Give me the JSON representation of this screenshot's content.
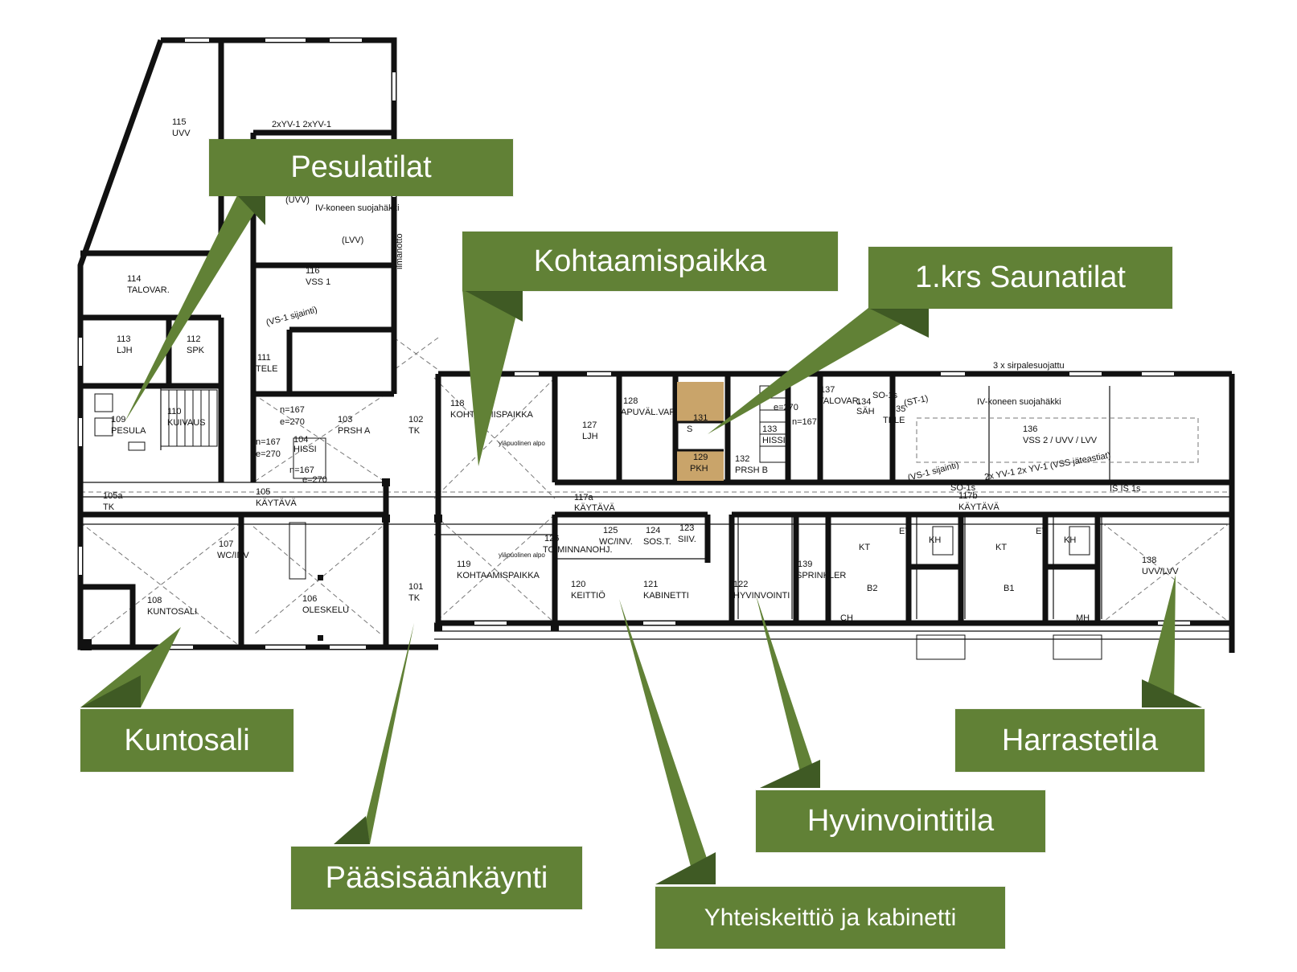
{
  "colors": {
    "callout": "#618136",
    "pointer": "#618136",
    "pointer_dark": "#3f5a24",
    "wall": "#111111",
    "sauna_floor": "#c9a46a"
  },
  "callouts": {
    "pesulatilat": "Pesulatilat",
    "kohtaamispaikka": "Kohtaamispaikka",
    "saunatilat": "1.krs Saunatilat",
    "kuntosali": "Kuntosali",
    "paasisaankaynti": "Pääsisäänkäynti",
    "yhteiskeittio": "Yhteiskeittiö ja kabinetti",
    "hyvinvointitila": "Hyvinvointitila",
    "harrastetila": "Harrastetila"
  },
  "rooms": {
    "r115": [
      "115",
      "UVV"
    ],
    "r114": [
      "114",
      "TALOVAR."
    ],
    "r113": [
      "113",
      "LJH"
    ],
    "r112": [
      "112",
      "SPK"
    ],
    "r111": [
      "111",
      "TELE"
    ],
    "r116": [
      "116",
      "VSS 1"
    ],
    "r109": [
      "109",
      "PESULA"
    ],
    "r110": [
      "110",
      "KUIVAUS"
    ],
    "r104": [
      "104",
      "HISSI"
    ],
    "r103": [
      "103",
      "PRSH A"
    ],
    "r102": [
      "102",
      "TK"
    ],
    "r105a": [
      "105a",
      "TK"
    ],
    "r105": [
      "105",
      "KÄYTÄVÄ"
    ],
    "r107": [
      "107",
      "WC/INV"
    ],
    "r108": [
      "108",
      "KUNTOSALI"
    ],
    "r106": [
      "106",
      "OLESKELU"
    ],
    "r101": [
      "101",
      "TK"
    ],
    "r118": [
      "118",
      "KOHTAAMISPAIKKA"
    ],
    "r119": [
      "119",
      "KOHTAAMISPAIKKA"
    ],
    "r127": [
      "127",
      "LJH"
    ],
    "r128": [
      "128",
      "APUVÄL.VAR"
    ],
    "r131": [
      "131",
      "S"
    ],
    "r129": [
      "129",
      "PKH"
    ],
    "r132": [
      "132",
      "PRSH B"
    ],
    "r133": [
      "133",
      "HISSI"
    ],
    "r137": [
      "137",
      "TALOVAR."
    ],
    "r134": [
      "134",
      "SÄH"
    ],
    "r135": [
      "135",
      "TELE"
    ],
    "r136": [
      "136",
      "VSS 2 / UVV / LVV"
    ],
    "r117a": [
      "117a",
      "KÄYTÄVÄ"
    ],
    "r117b": [
      "117b",
      "KÄYTÄVÄ"
    ],
    "r125": [
      "125",
      "WC/INV."
    ],
    "r124": [
      "124",
      "SOS.T."
    ],
    "r123": [
      "123",
      "SIIV."
    ],
    "r126": [
      "126",
      "TOIMINNANOHJ."
    ],
    "r120": [
      "120",
      "KEITTIÖ"
    ],
    "r121": [
      "121",
      "KABINETTI"
    ],
    "r122": [
      "122",
      "HYVINVOINTI"
    ],
    "r139": [
      "139",
      "SPRINKLER"
    ],
    "r138": [
      "138",
      "UVV/LVV"
    ]
  },
  "notes": {
    "yv": "2xYV-1 2xYV-1",
    "uvv": "(UVV)",
    "iv_suoja": "IV-koneen suojahäkki",
    "lvv": "(LVV)",
    "ilmanotto": "ilmanotto",
    "vs1": "(VS-1 sijainti)",
    "n167a": "n=167",
    "e270a": "e=270",
    "n167b": "n=167",
    "e270b": "e=270",
    "n167c": "n=167",
    "e270c": "e=270",
    "n167d": "n=167",
    "e270d": "e=270",
    "ylapuolinen1": "yläpuolinen alpo",
    "ylapuolinen2": "yläpuolinen alpo",
    "savu": "3 x sirpalesuojattu",
    "iv_suoja2": "IV-koneen suojahäkki",
    "vs1b": "(VS-1 sijainti)",
    "yv2": "2x YV-1 2x YV-1 (VSS jäteastiat)",
    "so1": "SO-1s",
    "so2": "SO-1s",
    "st1": "(ST-1)",
    "is": "IS  IS  1s",
    "kt1": "KT",
    "et1": "ET",
    "kh1": "KH",
    "kt2": "KT",
    "et2": "ET",
    "kh2": "KH",
    "b2": "B2",
    "b1": "B1",
    "mh": "MH",
    "ch": "CH"
  }
}
